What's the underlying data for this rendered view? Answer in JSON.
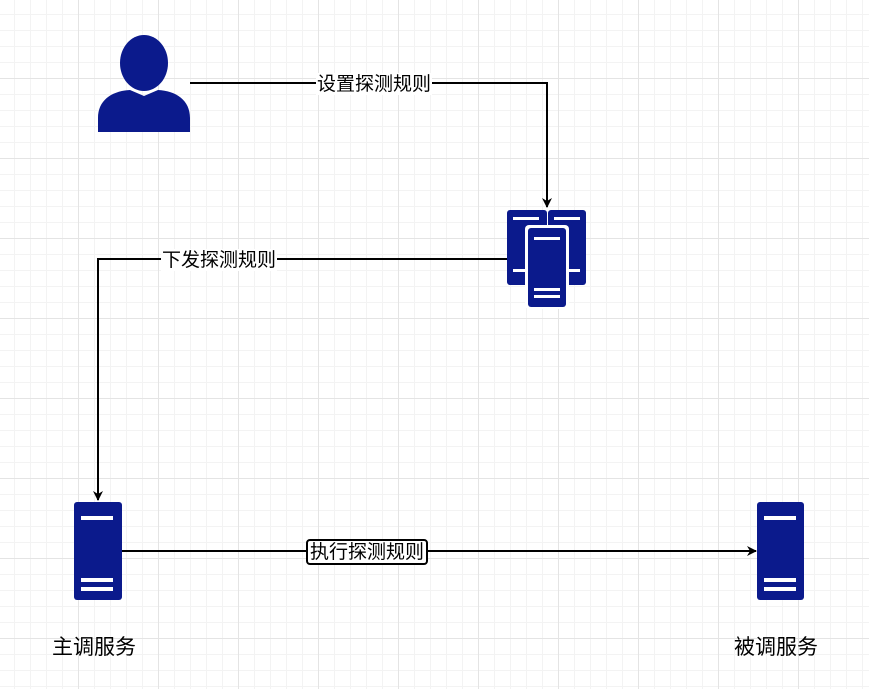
{
  "diagram": {
    "node_color": "#0b1a8c",
    "edge_color": "#000000",
    "nodes": {
      "user": {
        "icon": "user-icon"
      },
      "server_cluster": {
        "icon": "server-cluster-icon"
      },
      "caller_service": {
        "icon": "server-icon",
        "label": "主调服务"
      },
      "callee_service": {
        "icon": "server-icon",
        "label": "被调服务"
      }
    },
    "edges": {
      "set_rules": {
        "from": "user",
        "to": "server_cluster",
        "label": "设置探测规则"
      },
      "dispatch_rules": {
        "from": "server_cluster",
        "to": "caller_service",
        "label": "下发探测规则"
      },
      "execute_rules": {
        "from": "caller_service",
        "to": "callee_service",
        "label": "执行探测规则"
      }
    }
  }
}
